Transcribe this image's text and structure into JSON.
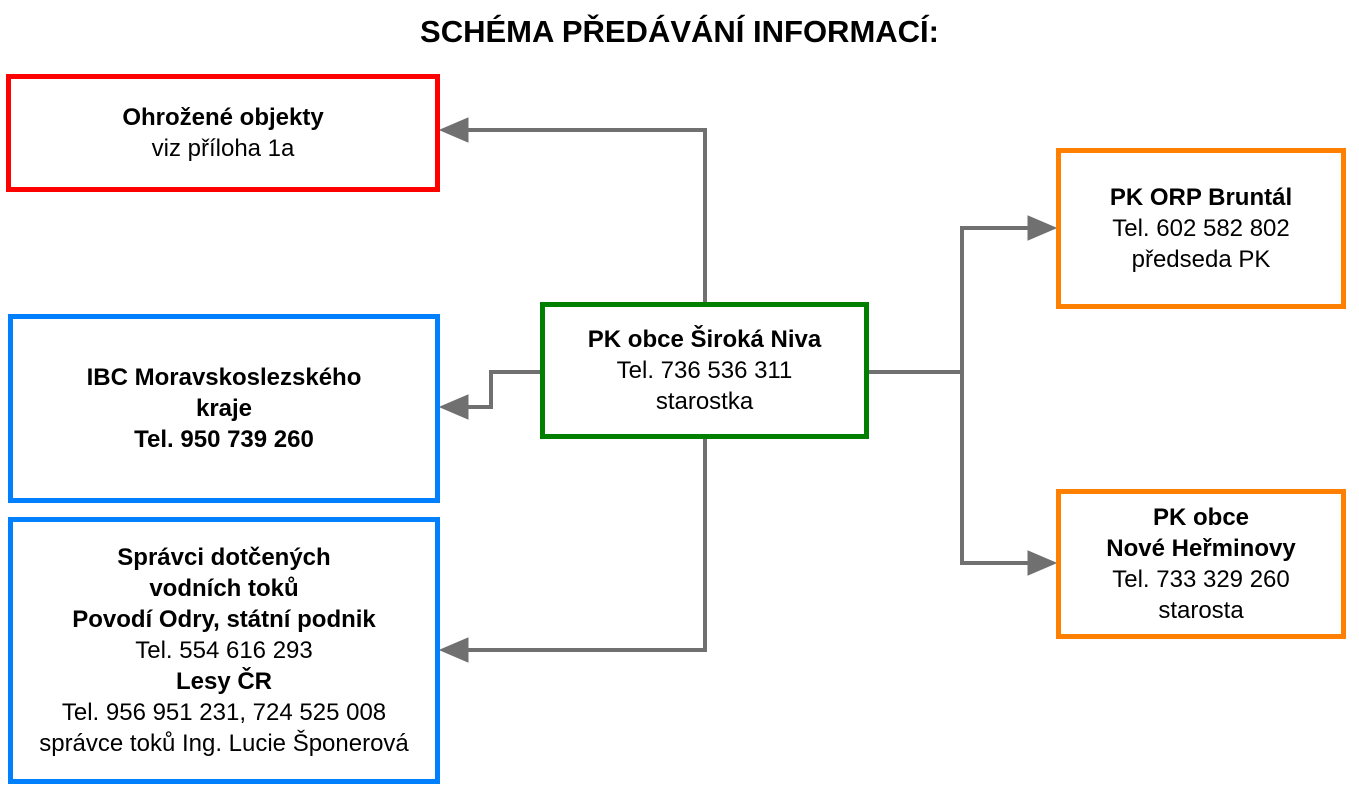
{
  "title": "SCHÉMA PŘEDÁVÁNÍ INFORMACÍ:",
  "colors": {
    "threat": "#ff0000",
    "external": "#0080ff",
    "center": "#007f00",
    "regional": "#ff8000",
    "arrow": "#707070"
  },
  "nodes": {
    "threat": {
      "name": "Ohrožené objekty",
      "detail": "viz příloha 1a"
    },
    "ibc": {
      "line1": "IBC Moravskoslezského",
      "line2": "kraje",
      "phone": "Tel. 950 739 260"
    },
    "streams": {
      "line1": "Správci dotčených",
      "line2": "vodních toků",
      "org1": "Povodí Odry, státní podnik",
      "phone1": "Tel. 554 616 293",
      "org2": "Lesy ČR",
      "phone2": "Tel. 956 951 231, 724 525 008",
      "contact": "správce toků Ing. Lucie Šponerová"
    },
    "center": {
      "name": "PK obce Široká Niva",
      "phone": "Tel. 736 536 311",
      "role": "starostka"
    },
    "orp": {
      "name": "PK ORP Bruntál",
      "phone": "Tel.  602 582 802",
      "role": "předseda PK"
    },
    "hermin": {
      "line1": "PK obce",
      "line2": "Nové Heřminovy",
      "phone": "Tel. 733 329 260",
      "role": "starosta"
    }
  },
  "edges": [
    {
      "from": "center",
      "to": "threat"
    },
    {
      "from": "center",
      "to": "ibc"
    },
    {
      "from": "center",
      "to": "streams"
    },
    {
      "from": "center",
      "to": "orp"
    },
    {
      "from": "center",
      "to": "hermin"
    }
  ]
}
